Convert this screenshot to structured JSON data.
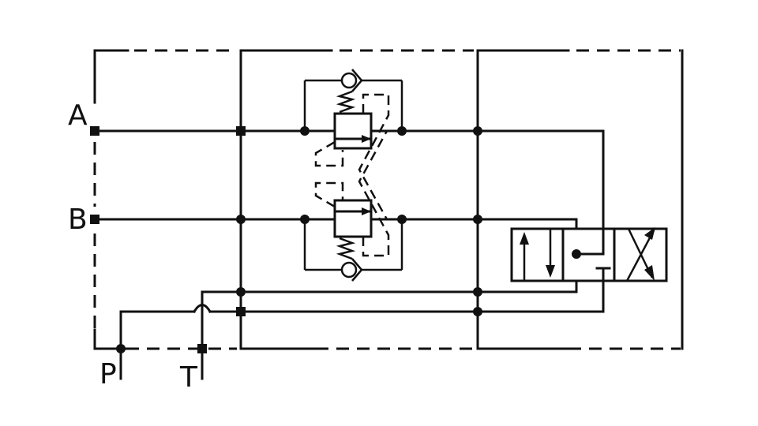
{
  "ports": {
    "a": "A",
    "b": "B",
    "p": "P",
    "t": "T"
  },
  "colors": {
    "line": "#111111",
    "background": "#ffffff"
  }
}
